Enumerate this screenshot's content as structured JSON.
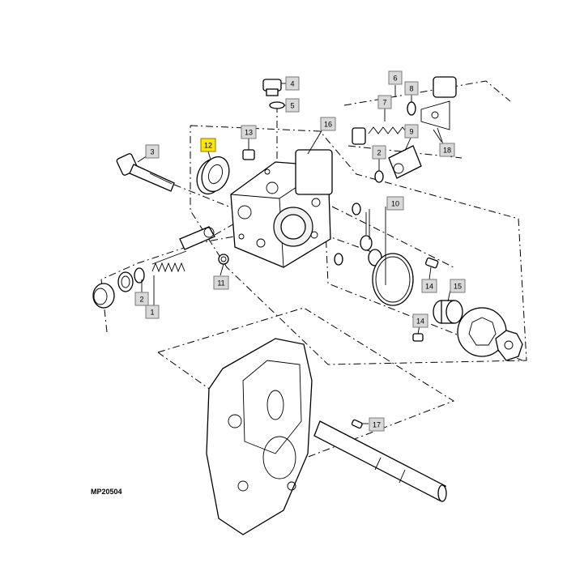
{
  "figure_id": "MP20504",
  "highlight_color": "#ffe600",
  "callouts": [
    {
      "id": "c1",
      "label": "1"
    },
    {
      "id": "c2a",
      "label": "2"
    },
    {
      "id": "c2b",
      "label": "2"
    },
    {
      "id": "c3",
      "label": "3"
    },
    {
      "id": "c4",
      "label": "4"
    },
    {
      "id": "c5",
      "label": "5"
    },
    {
      "id": "c6",
      "label": "6"
    },
    {
      "id": "c7",
      "label": "7"
    },
    {
      "id": "c8",
      "label": "8"
    },
    {
      "id": "c9",
      "label": "9"
    },
    {
      "id": "c10",
      "label": "10"
    },
    {
      "id": "c11",
      "label": "11"
    },
    {
      "id": "c12",
      "label": "12",
      "highlighted": true
    },
    {
      "id": "c13",
      "label": "13"
    },
    {
      "id": "c14a",
      "label": "14"
    },
    {
      "id": "c14b",
      "label": "14"
    },
    {
      "id": "c15",
      "label": "15"
    },
    {
      "id": "c16",
      "label": "16"
    },
    {
      "id": "c17",
      "label": "17"
    },
    {
      "id": "c18",
      "label": "18"
    }
  ]
}
